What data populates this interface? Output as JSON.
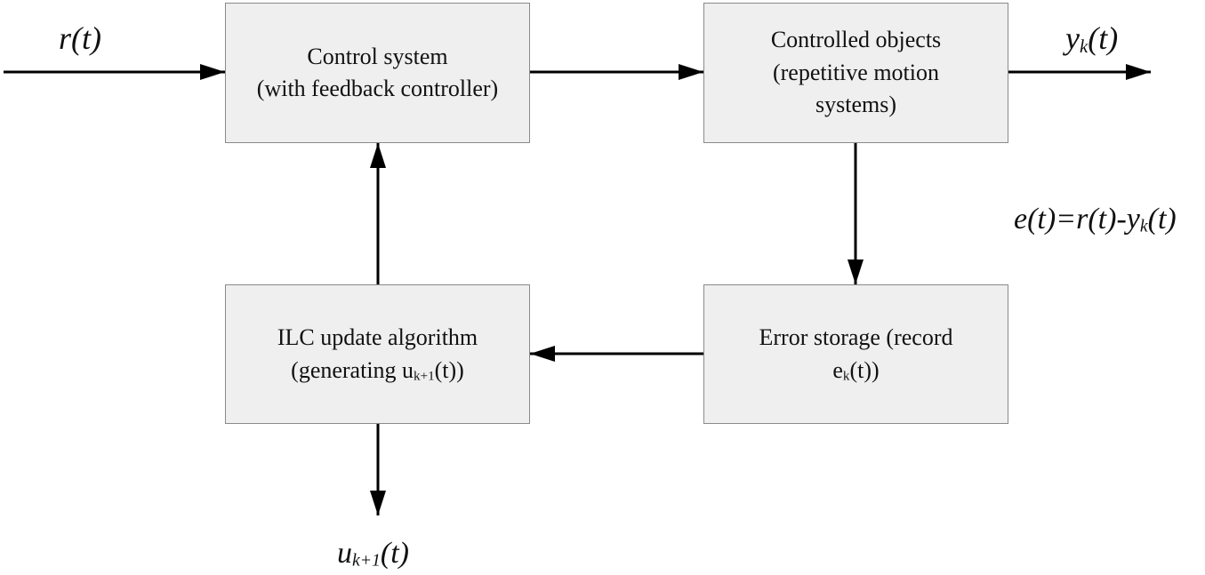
{
  "blocks": {
    "control_system": {
      "line1": "Control system",
      "line2": "(with feedback controller)"
    },
    "controlled_objects": {
      "line1": "Controlled objects",
      "line2": "(repetitive motion",
      "line3": "systems)"
    },
    "ilc_update": {
      "line1": "ILC update algorithm",
      "line2_prefix": "(generating u",
      "line2_sub": "k+1",
      "line2_suffix": "(t))"
    },
    "error_storage": {
      "line1": "Error storage (record",
      "line2_prefix": "e",
      "line2_sub": "k",
      "line2_suffix": "(t))"
    }
  },
  "signals": {
    "reference": "r(t)",
    "output": {
      "base": "y",
      "sub": "k",
      "suffix": "(t)"
    },
    "error_equation": {
      "prefix": "e(t)=r(t)-y",
      "sub": "k",
      "suffix": "(t)"
    },
    "control_input": {
      "base": "u",
      "sub": "k+1",
      "suffix": "(t)"
    }
  },
  "colors": {
    "block_fill": "#efefef",
    "block_border": "#8a8a8a",
    "arrow": "#000000"
  }
}
